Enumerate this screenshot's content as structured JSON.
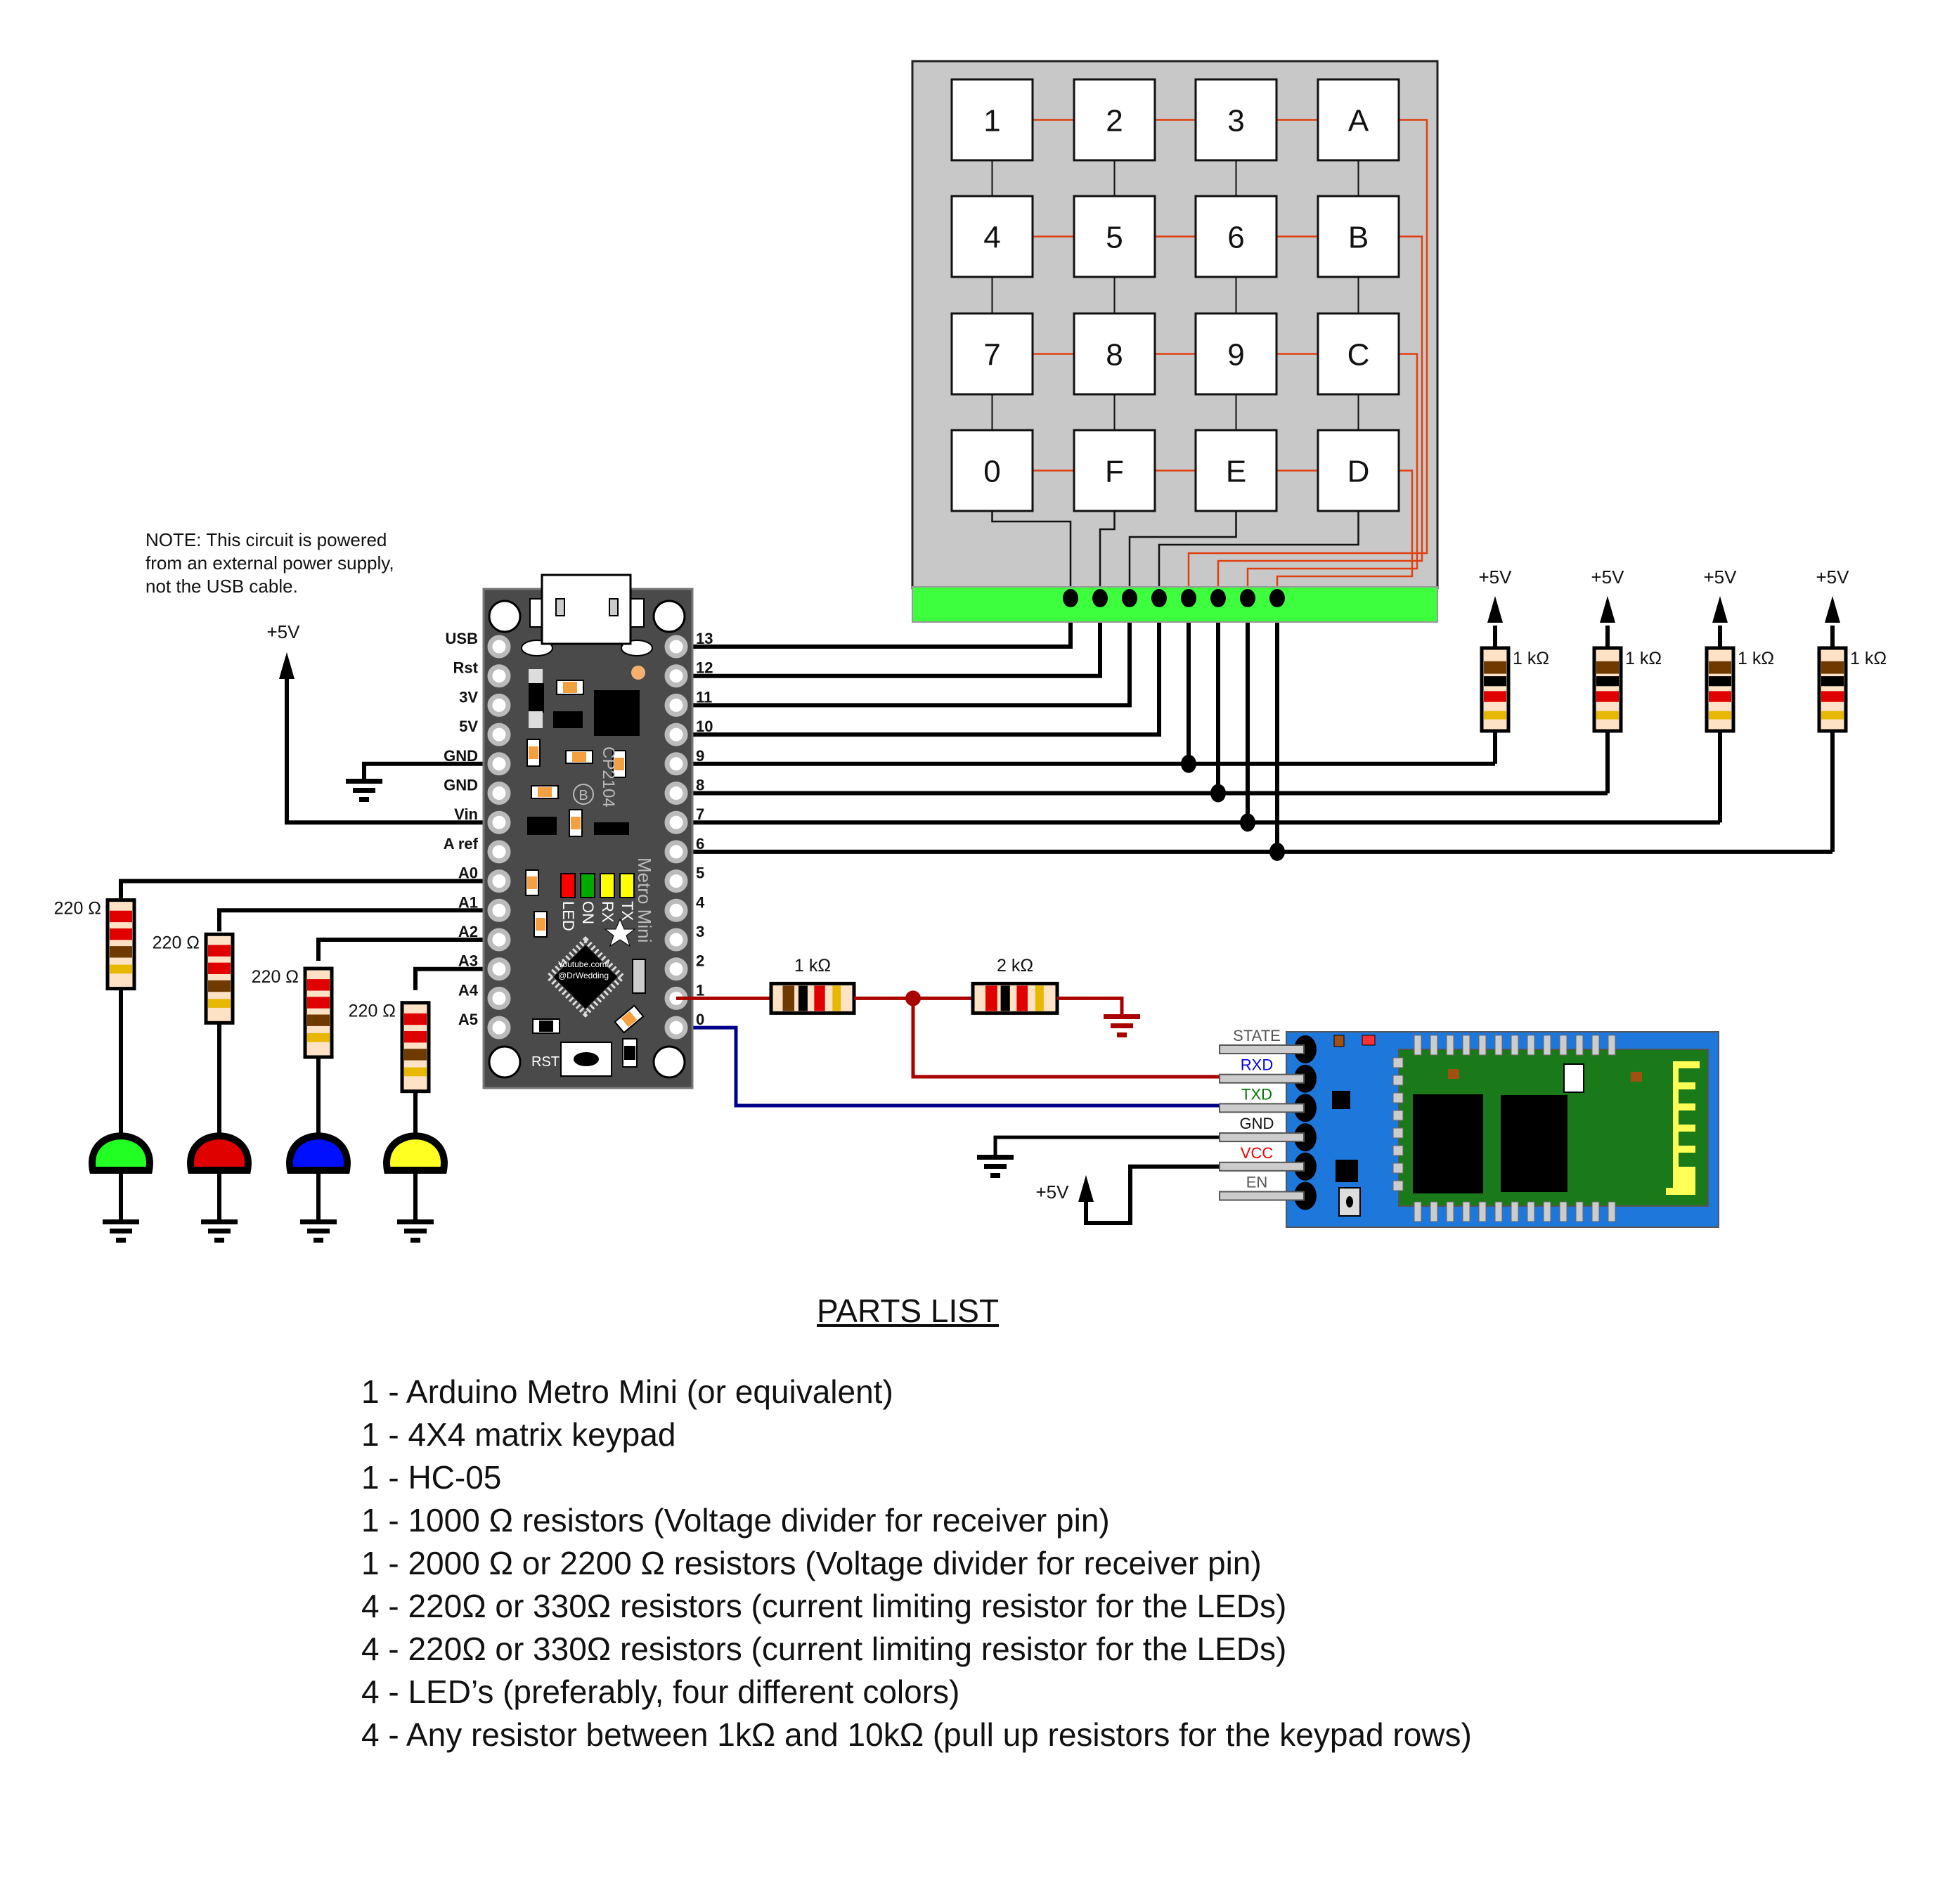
{
  "note": "NOTE: This circuit is powered\nfrom an external power supply,\nnot the USB cable.",
  "arduino": {
    "name": "Metro Mini",
    "chip": "CP2104",
    "left_pins": [
      "USB",
      "Rst",
      "3V",
      "5V",
      "GND",
      "GND",
      "Vin",
      "A ref",
      "A0",
      "A1",
      "A2",
      "A3",
      "A4",
      "A5"
    ],
    "right_pins": [
      "13",
      "12",
      "11",
      "10",
      "9",
      "8",
      "7",
      "6",
      "5",
      "4",
      "3",
      "2",
      "1",
      "0"
    ],
    "status_leds": [
      "LED",
      "ON",
      "RX",
      "TX"
    ],
    "status_led_colors": [
      "#ff0000",
      "#00aa00",
      "#ffff00",
      "#ffff00"
    ],
    "chip_text_line1": "Youtube.com/",
    "chip_text_line2": "@DrWedding",
    "reset_label": "RST",
    "board_color": "#4a4a4a",
    "smd_color": "#f5a040"
  },
  "keypad": {
    "keys": [
      [
        "1",
        "2",
        "3",
        "A"
      ],
      [
        "4",
        "5",
        "6",
        "B"
      ],
      [
        "7",
        "8",
        "9",
        "C"
      ],
      [
        "0",
        "F",
        "E",
        "D"
      ]
    ],
    "body_color": "#c8c8c8",
    "connector_color": "#3dff3d",
    "row_trace_color": "#e04010"
  },
  "pullups": {
    "supply_label": "+5V",
    "value_label": "1 kΩ",
    "count": 4,
    "connected_pins": [
      "9",
      "8",
      "7",
      "6"
    ]
  },
  "leds": {
    "resistor_label": "220 Ω",
    "items": [
      {
        "pin": "A0",
        "color": "#22ff22"
      },
      {
        "pin": "A1",
        "color": "#e00000"
      },
      {
        "pin": "A2",
        "color": "#0010ff"
      },
      {
        "pin": "A3",
        "color": "#ffff22"
      }
    ]
  },
  "left_power": {
    "supply_label": "+5V",
    "vin_pin": "Vin",
    "gnd_pin": "GND"
  },
  "divider": {
    "r1_label": "1 kΩ",
    "r2_label": "2 kΩ",
    "wire_color": "#aa0000"
  },
  "hc05": {
    "pins": [
      "STATE",
      "RXD",
      "TXD",
      "GND",
      "VCC",
      "EN"
    ],
    "pin_label_colors": [
      "#555555",
      "#0000ee",
      "#007700",
      "#111111",
      "#ee0000",
      "#555555"
    ],
    "supply_label": "+5V",
    "board_color": "#1e78dc",
    "module_color": "#1a7a1a",
    "antenna_color": "#ffff55",
    "tx_wire_color": "#000088"
  },
  "parts_list": {
    "title": "PARTS LIST",
    "items": [
      "1 - Arduino Metro Mini (or equivalent)",
      "1 - 4X4 matrix keypad",
      "1 - HC-05",
      "1 - 1000 Ω resistors (Voltage divider for receiver pin)",
      "1 - 2000 Ω or 2200 Ω resistors (Voltage divider for receiver pin)",
      "4 - 220Ω or 330Ω resistors (current limiting resistor for the LEDs)",
      "4 - 220Ω or 330Ω resistors (current limiting resistor for the LEDs)",
      "4 - LED’s (preferably, four different colors)",
      "4 - Any resistor between 1kΩ and 10kΩ (pull up resistors for the keypad rows)"
    ]
  }
}
